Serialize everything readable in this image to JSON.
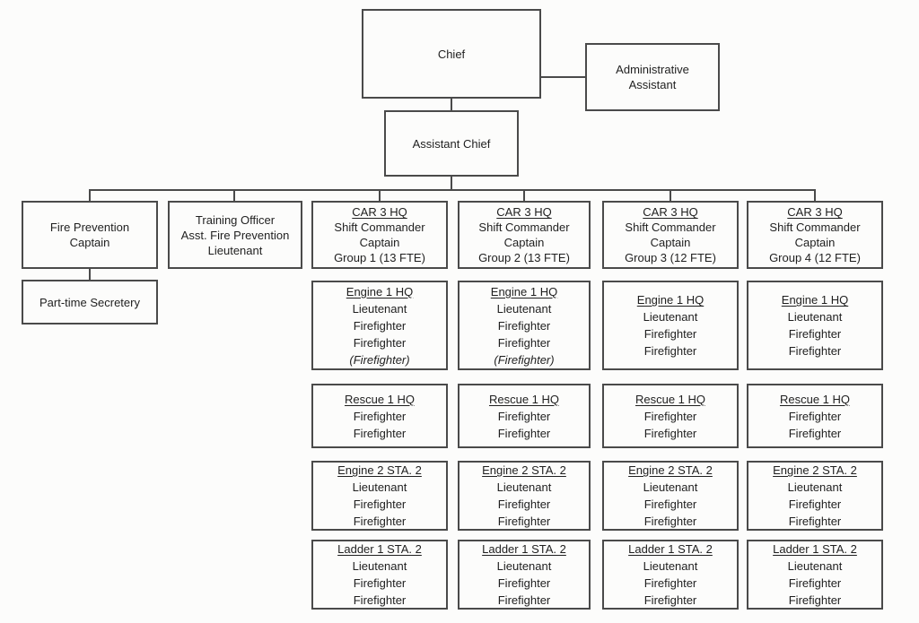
{
  "colors": {
    "line": "#4a4a4a",
    "text": "#1f1f1f",
    "background": "#fcfcfb"
  },
  "nodes": {
    "chief": {
      "label": "Chief"
    },
    "administrative_assistant": {
      "line1": "Administrative",
      "line2": "Assistant"
    },
    "assistant_chief": {
      "label": "Assistant Chief"
    },
    "fire_prevention_captain": {
      "line1": "Fire Prevention",
      "line2": "Captain"
    },
    "training_officer": {
      "line1": "Training Officer",
      "line2": "Asst. Fire Prevention",
      "line3": "Lieutenant"
    },
    "part_time_secretary": {
      "label": "Part-time Secretery"
    }
  },
  "shift_groups": [
    {
      "header": {
        "title": "CAR 3 HQ",
        "role1": "Shift Commander",
        "role2": "Captain",
        "group": "Group 1 (13 FTE)"
      },
      "units": [
        {
          "title": "Engine 1 HQ",
          "members": [
            "Lieutenant",
            "Firefighter",
            "Firefighter"
          ],
          "extra": "(Firefighter)"
        },
        {
          "title": "Rescue 1 HQ",
          "members": [
            "Firefighter",
            "Firefighter"
          ]
        },
        {
          "title": "Engine 2 STA. 2",
          "members": [
            "Lieutenant",
            "Firefighter",
            "Firefighter"
          ]
        },
        {
          "title": "Ladder 1 STA. 2",
          "members": [
            "Lieutenant",
            "Firefighter",
            "Firefighter"
          ]
        }
      ]
    },
    {
      "header": {
        "title": "CAR 3 HQ",
        "role1": "Shift Commander",
        "role2": "Captain",
        "group": "Group 2 (13 FTE)"
      },
      "units": [
        {
          "title": "Engine 1 HQ",
          "members": [
            "Lieutenant",
            "Firefighter",
            "Firefighter"
          ],
          "extra": "(Firefighter)"
        },
        {
          "title": "Rescue 1 HQ",
          "members": [
            "Firefighter",
            "Firefighter"
          ]
        },
        {
          "title": "Engine 2 STA. 2",
          "members": [
            "Lieutenant",
            "Firefighter",
            "Firefighter"
          ]
        },
        {
          "title": "Ladder 1 STA. 2",
          "members": [
            "Lieutenant",
            "Firefighter",
            "Firefighter"
          ]
        }
      ]
    },
    {
      "header": {
        "title": "CAR 3 HQ",
        "role1": "Shift Commander",
        "role2": "Captain",
        "group": "Group 3 (12 FTE)"
      },
      "units": [
        {
          "title": "Engine 1 HQ",
          "members": [
            "Lieutenant",
            "Firefighter",
            "Firefighter"
          ]
        },
        {
          "title": "Rescue 1 HQ",
          "members": [
            "Firefighter",
            "Firefighter"
          ]
        },
        {
          "title": "Engine 2 STA. 2",
          "members": [
            "Lieutenant",
            "Firefighter",
            "Firefighter"
          ]
        },
        {
          "title": "Ladder 1 STA. 2",
          "members": [
            "Lieutenant",
            "Firefighter",
            "Firefighter"
          ]
        }
      ]
    },
    {
      "header": {
        "title": "CAR 3 HQ",
        "role1": "Shift Commander",
        "role2": "Captain",
        "group": "Group 4 (12 FTE)"
      },
      "units": [
        {
          "title": "Engine 1 HQ",
          "members": [
            "Lieutenant",
            "Firefighter",
            "Firefighter"
          ]
        },
        {
          "title": "Rescue 1 HQ",
          "members": [
            "Firefighter",
            "Firefighter"
          ]
        },
        {
          "title": "Engine 2 STA. 2",
          "members": [
            "Lieutenant",
            "Firefighter",
            "Firefighter"
          ]
        },
        {
          "title": "Ladder 1 STA. 2",
          "members": [
            "Lieutenant",
            "Firefighter",
            "Firefighter"
          ]
        }
      ]
    }
  ]
}
